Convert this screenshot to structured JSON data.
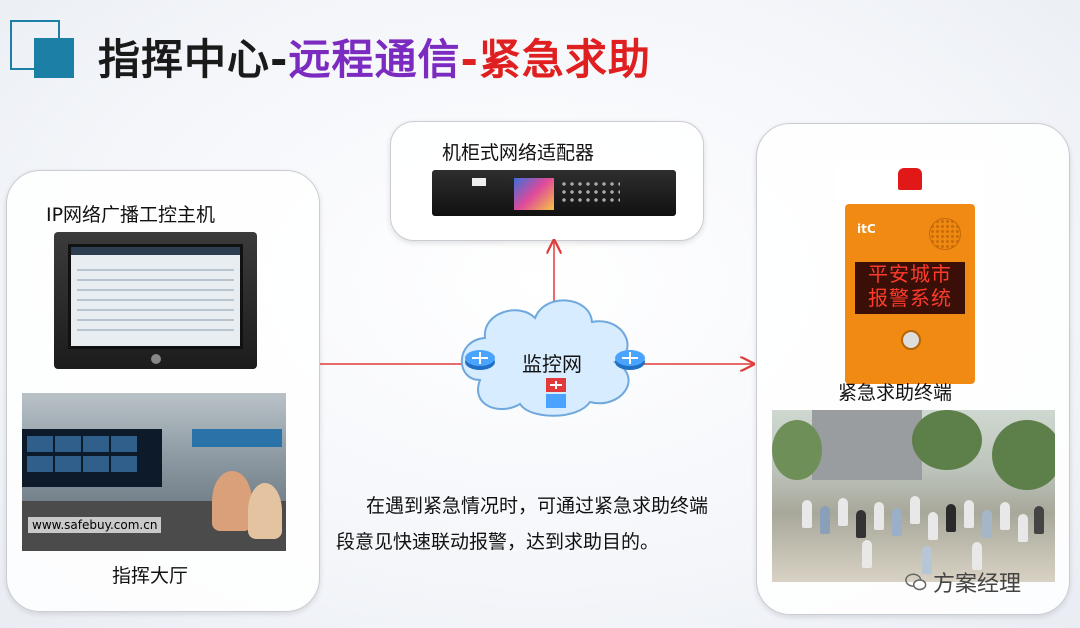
{
  "title": {
    "part1": "指挥中心-",
    "part2": "远程通信",
    "part3": "-紧急求助"
  },
  "left": {
    "label_top": "IP网络广播工控主机",
    "label_bottom": "指挥大厅",
    "photo_caption": "www.safebuy.com.cn"
  },
  "top": {
    "label": "机柜式网络适配器"
  },
  "cloud": {
    "label": "监控网"
  },
  "right": {
    "label": "紧急求助终端",
    "led_line1": "平安城市",
    "led_line2": "报警系统",
    "brand": "itC"
  },
  "description": {
    "line1": "在遇到紧急情况时，可通过紧急求助终端",
    "line2": "段意见快速联动报警，达到求助目的。"
  },
  "watermark": "方案经理",
  "colors": {
    "accent": "#1b7fa6",
    "purple": "#7b2bbf",
    "red": "#e02020",
    "arrow": "#e23a3a"
  }
}
